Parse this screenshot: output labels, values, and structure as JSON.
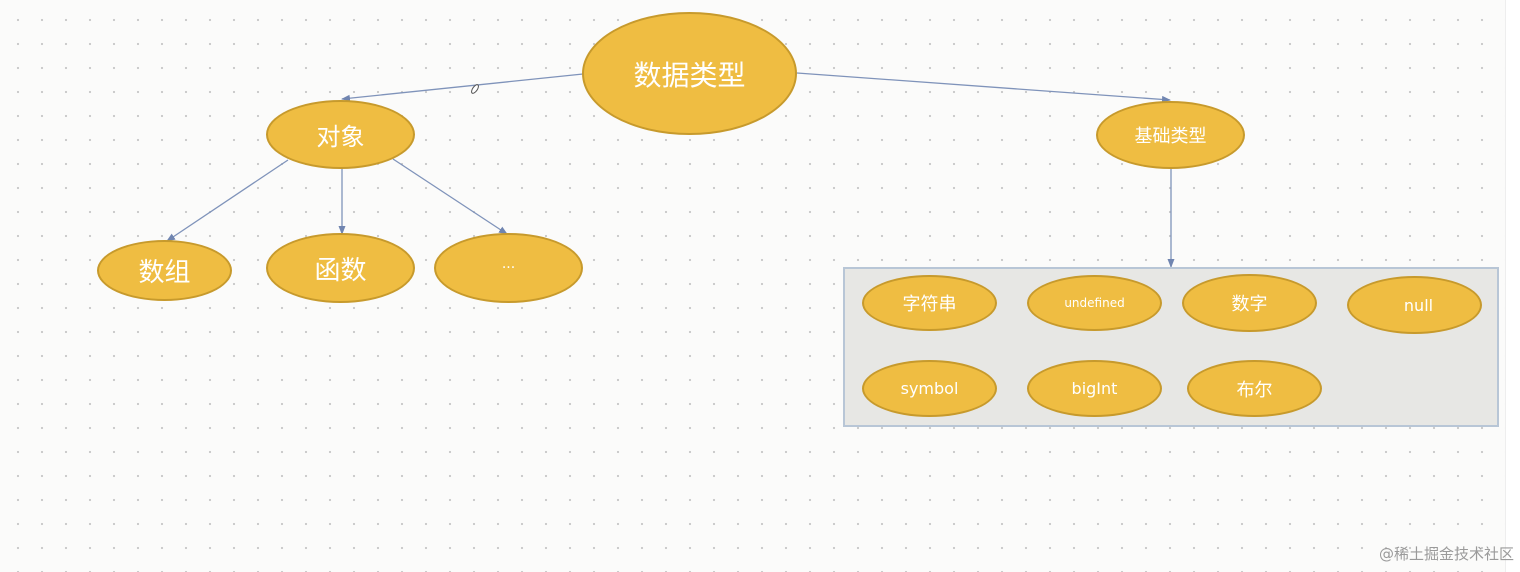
{
  "root": {
    "label": "数据类型"
  },
  "object": {
    "label": "对象",
    "children": [
      "数组",
      "函数",
      "..."
    ]
  },
  "basic": {
    "label": "基础类型",
    "children": [
      "字符串",
      "undefined",
      "数字",
      "null",
      "symbol",
      "bigInt",
      "布尔"
    ]
  },
  "watermark": "@稀土掘金技术社区",
  "colors": {
    "node_fill": "#efbd42",
    "node_border": "#c79a2c",
    "edge": "#7f93ba",
    "group_fill": "#e7e7e4"
  }
}
